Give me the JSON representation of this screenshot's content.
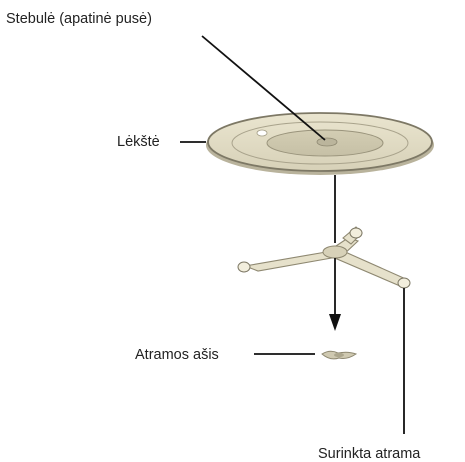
{
  "diagram": {
    "labels": {
      "hub": "Stebulė (apatinė pusė)",
      "plate": "Lėkštė",
      "axle": "Atramos ašis",
      "support": "Surinkta atrama"
    }
  }
}
